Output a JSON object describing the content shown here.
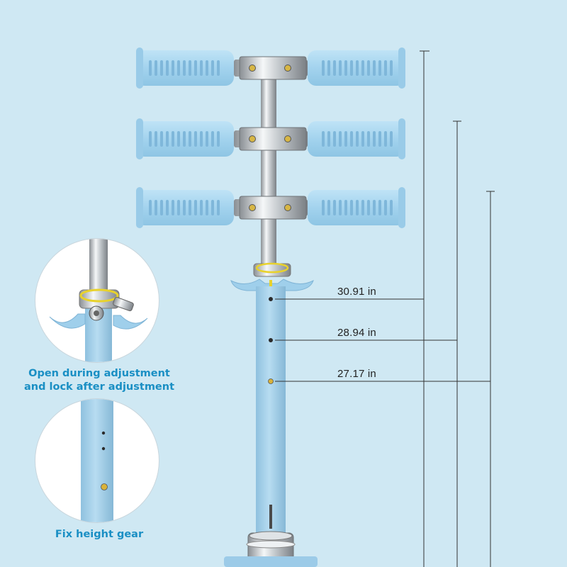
{
  "measurements": [
    {
      "label": "30.91 in"
    },
    {
      "label": "28.94 in"
    },
    {
      "label": "27.17 in"
    }
  ],
  "callouts": {
    "clamp_line1": "Open during adjustment",
    "clamp_line2": "and lock after adjustment",
    "gear": "Fix height gear"
  },
  "colors": {
    "background": "#cfe8f3",
    "grip": "#a9d7ef",
    "tube": "#a3cfea",
    "accent_text": "#1a8fc4",
    "lock_ring": "#e8d22c"
  },
  "icons": {
    "handlebar": "t-bar-handlebar",
    "clamp": "quick-release-clamp",
    "gear": "height-adjust-hole"
  }
}
